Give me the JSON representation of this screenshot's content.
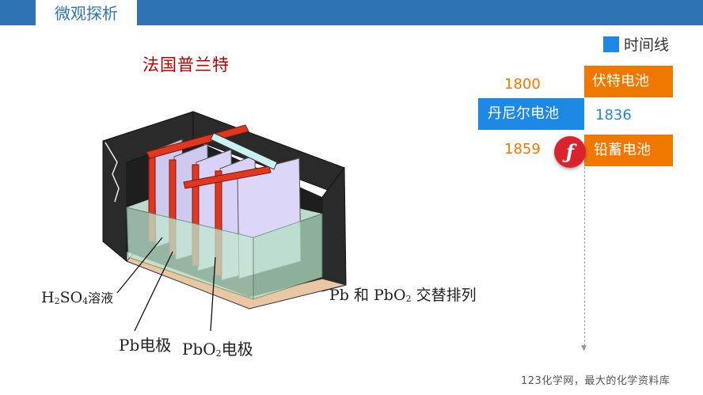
{
  "header": {
    "section_title": "微观探析"
  },
  "diagram_title": "法国普兰特",
  "legend": {
    "label": "时间线",
    "color": "#1e88e5"
  },
  "timeline": {
    "events": [
      {
        "year": "1800",
        "name": "伏特电池",
        "color": "#f07800"
      },
      {
        "year": "1836",
        "name": "丹尼尔电池",
        "color": "#1e88e5"
      },
      {
        "year": "1859",
        "name": "铅蓄电池",
        "color": "#f07800"
      }
    ],
    "flash_icon": "flash-player-icon"
  },
  "labels": {
    "electrolyte_main": "H",
    "electrolyte_sub1": "2",
    "electrolyte_mid": "SO",
    "electrolyte_sub2": "4",
    "electrolyte_tail": "溶液",
    "pb_electrode": "Pb电极",
    "pbo2_main": "PbO",
    "pbo2_sub": "2",
    "pbo2_tail": "电极",
    "arrangement_main": "Pb 和 PbO",
    "arrangement_sub": "2",
    "arrangement_tail": " 交替排列"
  },
  "footer": "123化学网，最大的化学资料库"
}
